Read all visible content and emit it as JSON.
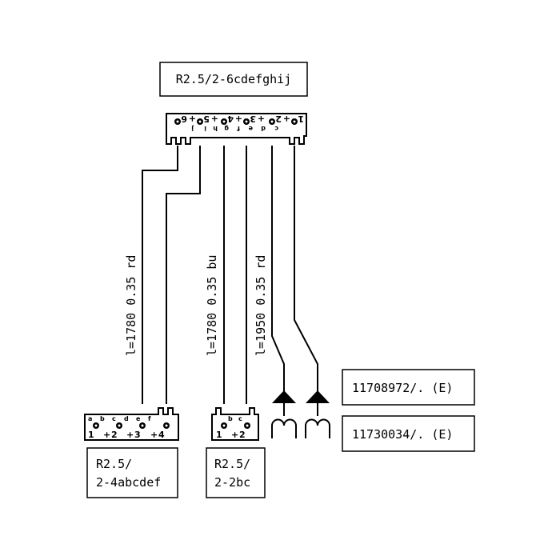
{
  "top_connector": {
    "label": "R2.5/2-6cdefghij",
    "pin_numbers": [
      "6",
      "5",
      "4",
      "3",
      "2",
      "1"
    ],
    "pin_letters": [
      "j",
      "i",
      "h",
      "g",
      "f",
      "e",
      "d",
      "c"
    ]
  },
  "wires": [
    {
      "label": "l=1780 0.35 rd"
    },
    {
      "label": "l=1780 0.35 bu"
    },
    {
      "label": "l=1950 0.35 rd"
    }
  ],
  "bottom_left_connector": {
    "label_line1": "R2.5/",
    "label_line2": "2-4abcdef",
    "pin_numbers": [
      "1",
      "2",
      "3",
      "4"
    ],
    "pin_letters": [
      "a",
      "b",
      "c",
      "d",
      "e",
      "f"
    ]
  },
  "bottom_mid_connector": {
    "label_line1": "R2.5/",
    "label_line2": "2-2bc",
    "pin_numbers": [
      "1",
      "2"
    ],
    "pin_letters": [
      "b",
      "c"
    ]
  },
  "terminals": [
    {
      "label": "11708972/. (E)"
    },
    {
      "label": "11730034/. (E)"
    }
  ]
}
